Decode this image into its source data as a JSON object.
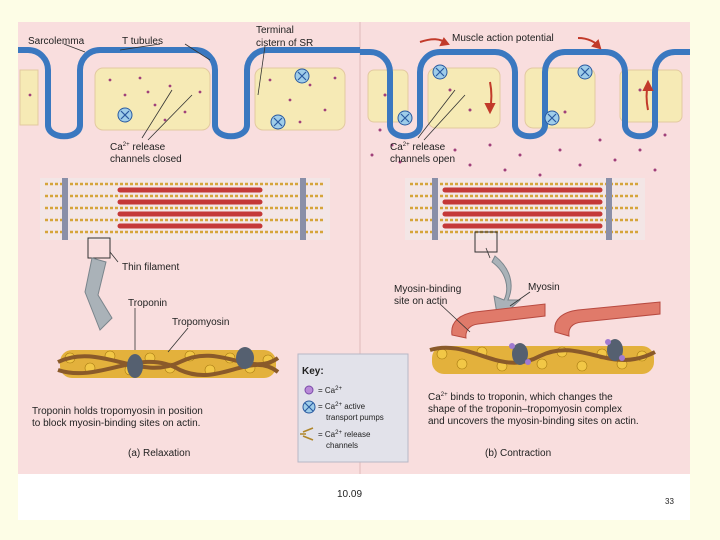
{
  "colors": {
    "page_bg": "#fdfde6",
    "panel_bg": "#f9dede",
    "sarcolemma": "#5b9ccf",
    "sr": "#f6eab5",
    "calcium": "#a0407a",
    "actin": "#e0ac2a",
    "tropomyosin": "#8a5a2a",
    "troponin": "#556070",
    "myosin": "#d85a5a",
    "key_bg": "#e2e2ea"
  },
  "labels": {
    "sarcolemma": "Sarcolemma",
    "t_tubules": "T tubules",
    "terminal_1": "Terminal",
    "terminal_2": "cistern of SR",
    "map": "Muscle action potential",
    "ca_release_closed_1": "Ca",
    "ca_release_closed_sup": "2+",
    "ca_release_closed_2": " release",
    "ca_release_closed_3": "channels closed",
    "ca_release_open_1": "Ca",
    "ca_release_open_sup": "2+",
    "ca_release_open_2": " release",
    "ca_release_open_3": "channels open",
    "thin_filament": "Thin filament",
    "troponin": "Troponin",
    "tropomyosin": "Tropomyosin",
    "myosin_binding_1": "Myosin-binding",
    "myosin_binding_2": "site on actin",
    "myosin": "Myosin"
  },
  "key": {
    "title": "Key:",
    "ca_prefix": "= Ca",
    "ca_sup": "2+",
    "pump_prefix": "= Ca",
    "pump_sup": "2+",
    "pump_suffix": " active",
    "pump_line2": "transport pumps",
    "channel_prefix": "= Ca",
    "channel_sup": "2+",
    "channel_suffix": " release",
    "channel_line2": "channels"
  },
  "captions": {
    "relax_1": "Troponin holds tropomyosin in position",
    "relax_2": "to block myosin-binding sites on actin.",
    "contract_1a": "Ca",
    "contract_1sup": "2+",
    "contract_1b": " binds to troponin, which changes the",
    "contract_2": "shape of the troponin–tropomyosin complex",
    "contract_3": "and uncovers the myosin-binding sites on actin.",
    "panel_a": "(a) Relaxation",
    "panel_b": "(b) Contraction"
  },
  "footer": {
    "figure_number": "10.09",
    "page_number": "33"
  }
}
